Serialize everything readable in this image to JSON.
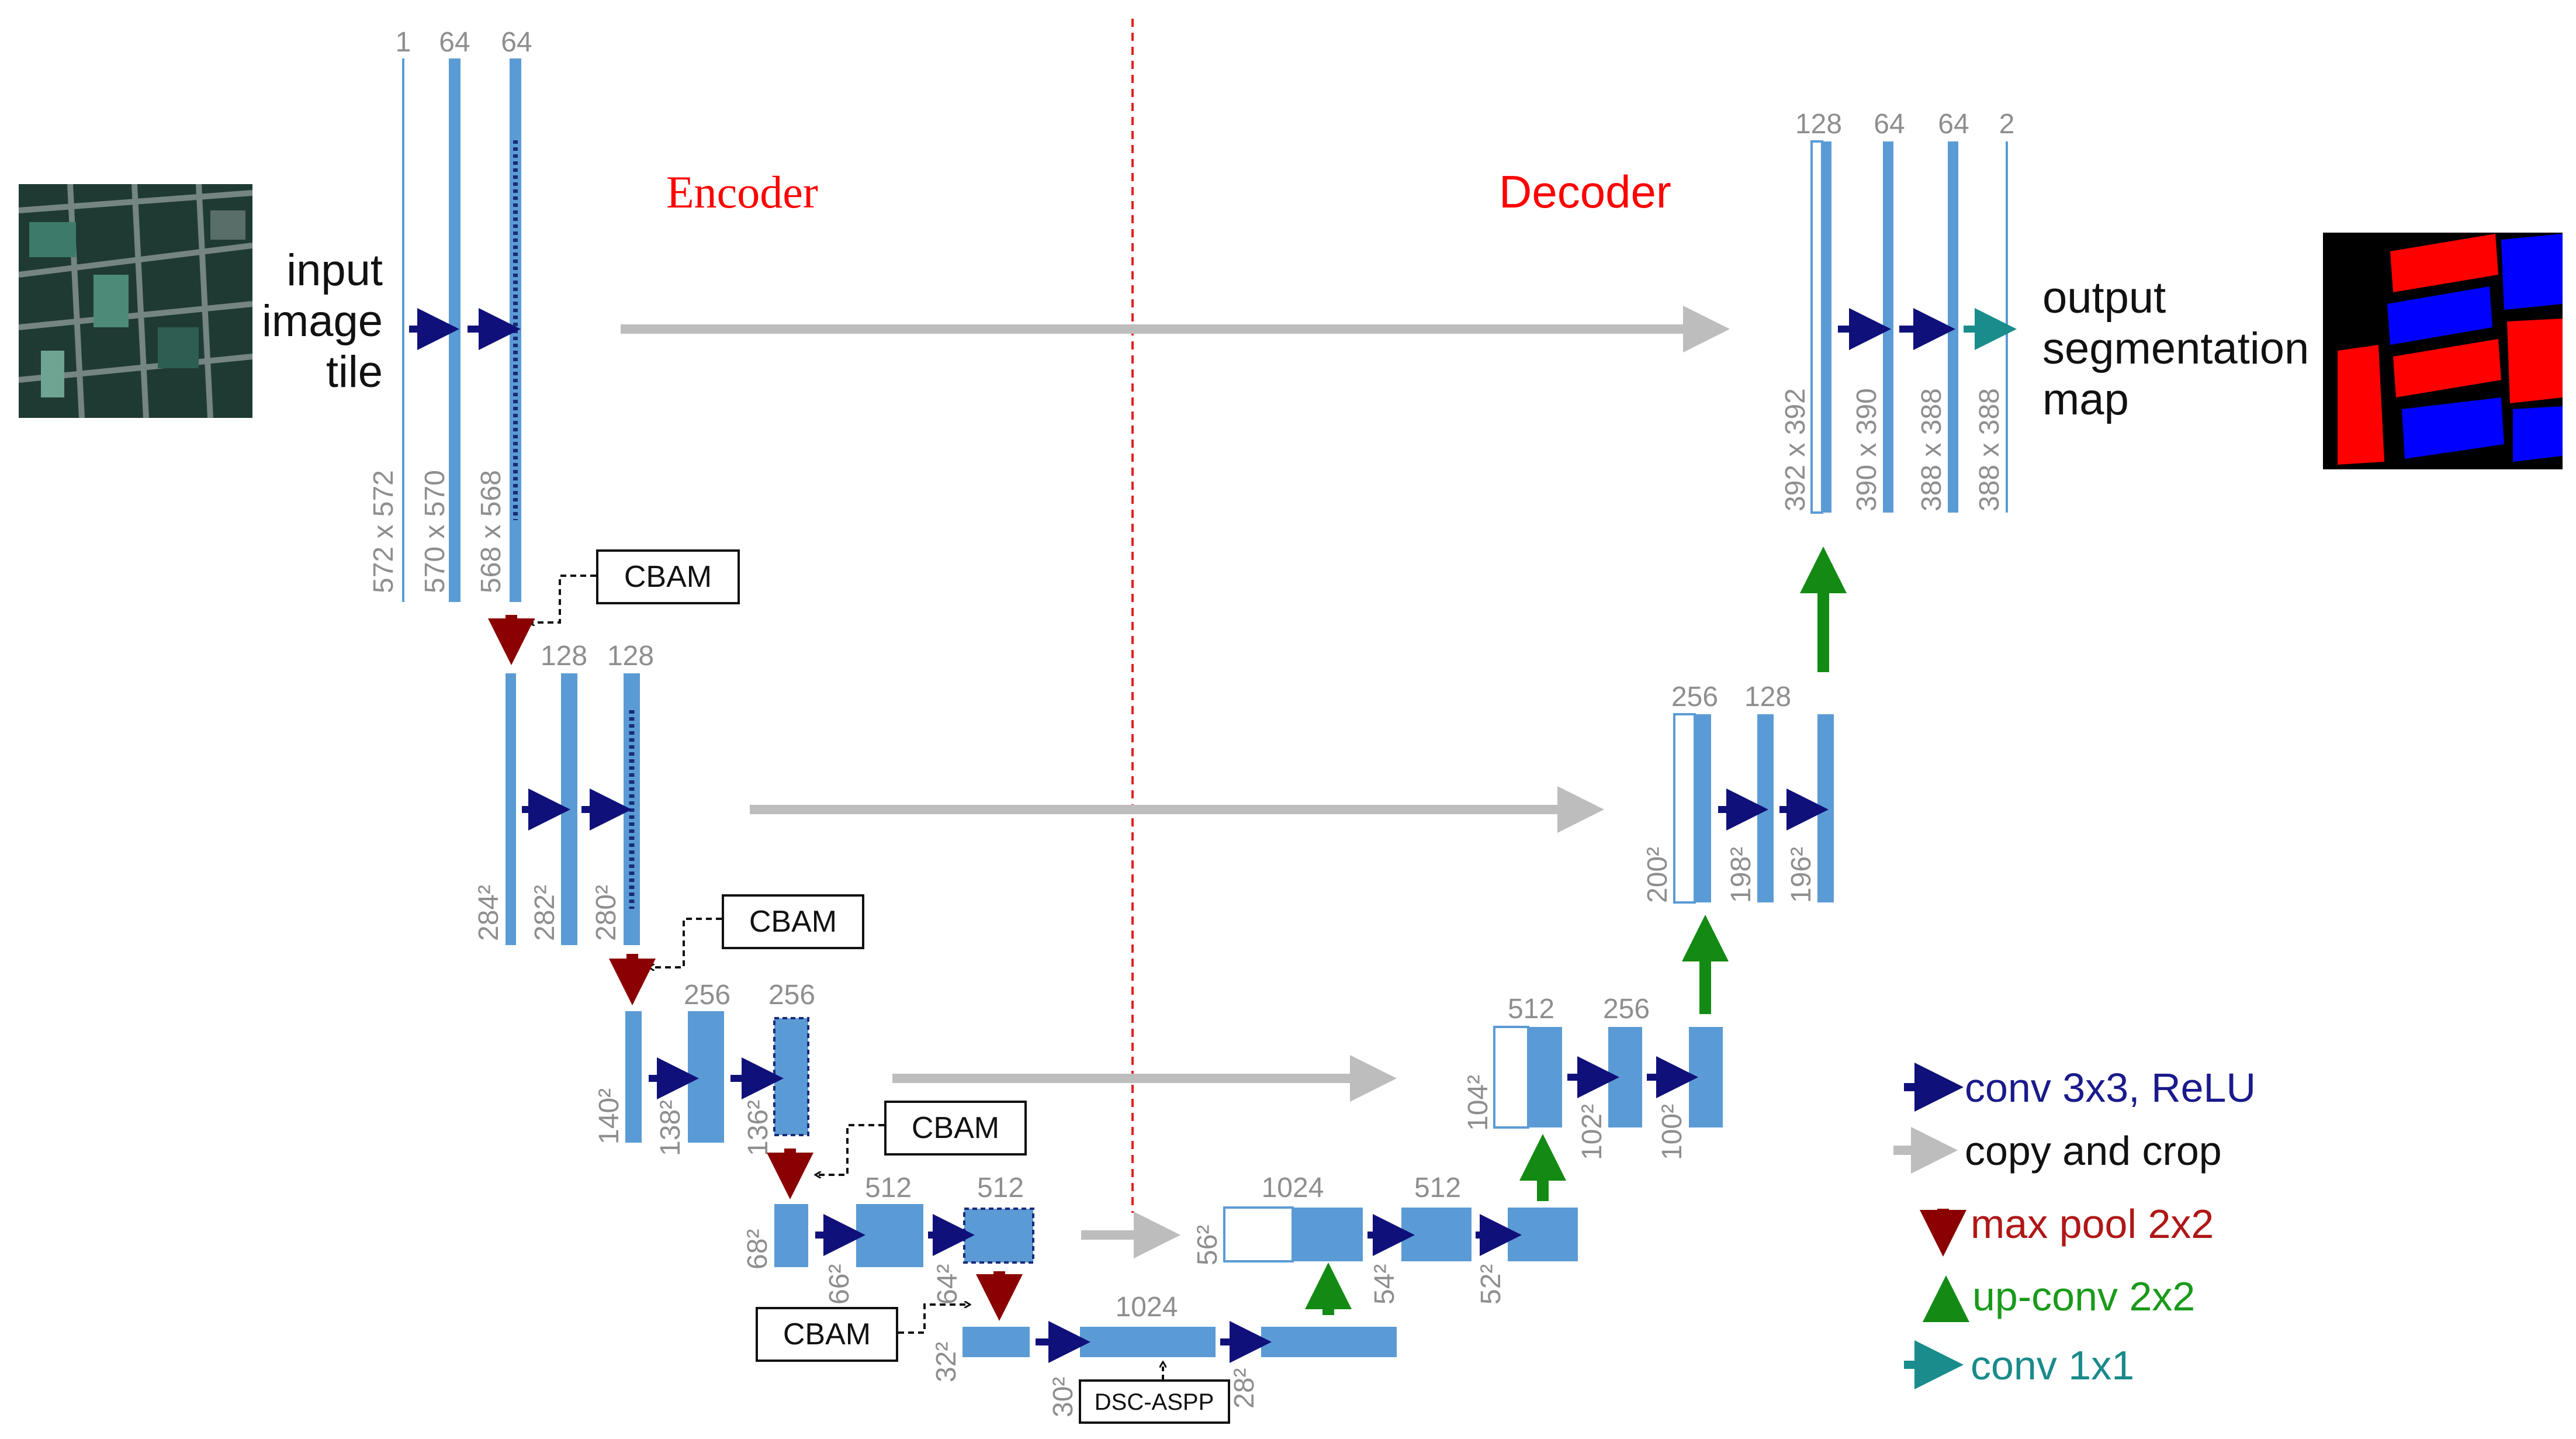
{
  "headings": {
    "encoder": "Encoder",
    "decoder": "Decoder"
  },
  "input_label": [
    "input",
    "image",
    "tile"
  ],
  "output_label": [
    "output",
    "segmentation",
    "map"
  ],
  "channels": {
    "l1": [
      "1",
      "64",
      "64"
    ],
    "l2": [
      "128",
      "128"
    ],
    "l3": [
      "256",
      "256"
    ],
    "l4": [
      "512",
      "512"
    ],
    "bottleneck": "1024",
    "d4": [
      "1024",
      "512"
    ],
    "d3": [
      "512",
      "256"
    ],
    "d2": [
      "256",
      "128"
    ],
    "d1": [
      "128",
      "64",
      "64",
      "2"
    ]
  },
  "sizes": {
    "l1": [
      "572 x 572",
      "570 x 570",
      "568 x 568"
    ],
    "l2": [
      "284²",
      "282²",
      "280²"
    ],
    "l3": [
      "140²",
      "138²",
      "136²"
    ],
    "l4": [
      "68²",
      "66²",
      "64²"
    ],
    "l5": [
      "32²",
      "30²",
      "28²"
    ],
    "d4": [
      "56²",
      "54²",
      "52²"
    ],
    "d3": [
      "104²",
      "102²",
      "100²"
    ],
    "d2": [
      "200²",
      "198²",
      "196²"
    ],
    "d1": [
      "392 x 392",
      "390 x 390",
      "388 x 388",
      "388 x 388"
    ]
  },
  "modules": {
    "cbam": [
      "CBAM",
      "CBAM",
      "CBAM",
      "CBAM"
    ],
    "aspp": "DSC-ASPP"
  },
  "legend": [
    {
      "label": "conv 3x3, ReLU",
      "color": "#1a1a8c",
      "icon": "navy-arrow-right-icon"
    },
    {
      "label": "copy and crop",
      "color": "#111111",
      "icon": "gray-arrow-right-icon"
    },
    {
      "label": "max pool 2x2",
      "color": "#b01717",
      "icon": "red-arrow-down-icon"
    },
    {
      "label": "up-conv 2x2",
      "color": "#1a9a1a",
      "icon": "green-arrow-up-icon"
    },
    {
      "label": "conv 1x1",
      "color": "#1a8a8a",
      "icon": "teal-arrow-right-icon"
    }
  ],
  "colors": {
    "feature_map": "#5b9bd5",
    "conv_arrow": "#10107a",
    "copy_arrow": "#bdbdbd",
    "pool_arrow": "#8b0000",
    "upconv_arrow": "#138a13",
    "conv1x1_arrow": "#1a8c8c",
    "heading": "#ff0000",
    "divider": "#e02020"
  }
}
